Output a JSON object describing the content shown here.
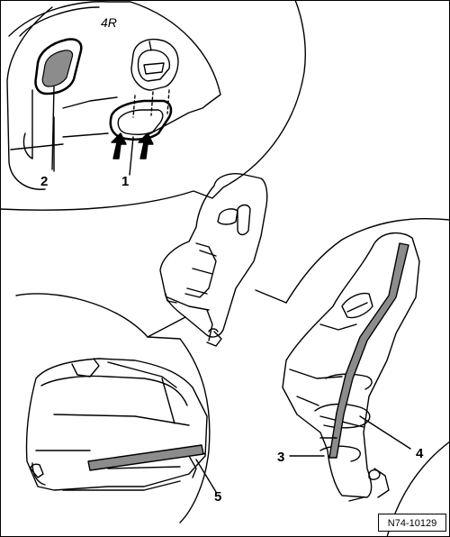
{
  "figure": {
    "logo_text": "4R",
    "callouts": {
      "c1": "1",
      "c2": "2",
      "c3": "3",
      "c4": "4",
      "c5": "5"
    },
    "reference_code": "N74-10129",
    "colors": {
      "line": "#000000",
      "shaded_part": "#8c8c8c",
      "background": "#ffffff"
    }
  }
}
